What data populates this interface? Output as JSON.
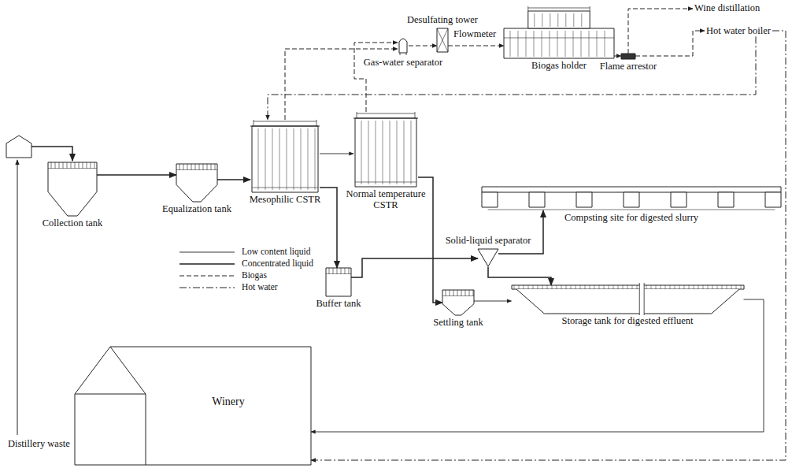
{
  "diagram": {
    "nodes": [
      {
        "text": [
          "Desulfating tower"
        ]
      },
      {
        "text": [
          "Flowmeter"
        ]
      },
      {
        "text": [
          "Biogas holder"
        ]
      },
      {
        "text": [
          "Wine distillation"
        ]
      },
      {
        "text": [
          "Hot water boiler"
        ]
      },
      {
        "text": [
          "Gas-water separator"
        ]
      },
      {
        "text": [
          "Flame arrestor"
        ]
      },
      {
        "text": [
          "Mesophilic CSTR"
        ]
      },
      {
        "text": [
          "Normal temperature CSTR"
        ]
      },
      {
        "text": [
          "Collection tank"
        ]
      },
      {
        "text": [
          "Equalization tank"
        ]
      },
      {
        "text": [
          "Compsting site for digested slurry"
        ]
      },
      {
        "text": [
          "Solid-liquid separator"
        ]
      },
      {
        "text": [
          "Buffer tank"
        ]
      },
      {
        "text": [
          "Settling tank"
        ]
      },
      {
        "text": [
          "Storage tank for digested effluent"
        ]
      },
      {
        "text": [
          "Winery"
        ]
      }
    ],
    "edges": [
      {
        "from": 9,
        "to": 10,
        "arrow": "to"
      },
      {
        "from": 10,
        "to": 7,
        "arrow": "to"
      },
      {
        "from": 7,
        "to": 8,
        "arrow": "to"
      },
      {
        "from": 7,
        "to": 13,
        "arrow": "to"
      },
      {
        "from": 13,
        "to": 12,
        "arrow": "to"
      },
      {
        "from": 8,
        "to": 14,
        "arrow": "to"
      },
      {
        "from": 12,
        "to": 11,
        "arrow": "to"
      },
      {
        "from": 12,
        "to": 15,
        "arrow": "to"
      },
      {
        "from": 14,
        "to": 15,
        "arrow": "to"
      },
      {
        "from": 15,
        "to": 16,
        "arrow": "to"
      },
      {
        "from": 7,
        "to": 5,
        "arrow": "to"
      },
      {
        "from": 8,
        "to": 5,
        "arrow": "to"
      },
      {
        "from": 5,
        "to": 0,
        "arrow": "to"
      },
      {
        "from": 0,
        "to": 2,
        "arrow": "to"
      },
      {
        "from": 2,
        "to": 6,
        "arrow": "to"
      },
      {
        "from": 6,
        "to": 4,
        "arrow": "to"
      },
      {
        "from": 6,
        "to": 3,
        "arrow": "to"
      },
      {
        "from": 4,
        "to": 7,
        "arrow": "to"
      },
      {
        "from": 4,
        "to": 16,
        "arrow": "to"
      }
    ],
    "labels": [
      "Distillery waste"
    ],
    "legend": [
      {
        "text": "Low content liquid"
      },
      {
        "text": "Concentrated liquid"
      },
      {
        "text": "Biogas"
      },
      {
        "text": "Hot water"
      }
    ]
  }
}
